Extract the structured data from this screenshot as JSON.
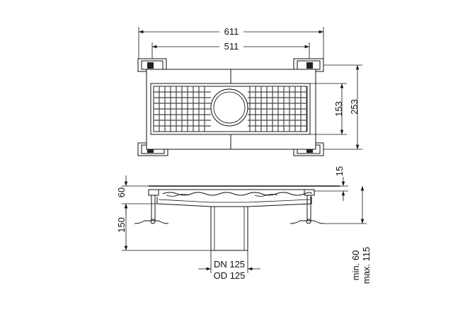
{
  "dimensions": {
    "overall_width": "611",
    "inner_width": "511",
    "grate_height": "153",
    "overall_height": "253",
    "flange_thickness": "15",
    "frame_height": "60",
    "leg_height": "150",
    "pipe_dn": "DN 125",
    "pipe_od": "OD 125",
    "adjust_min": "min. 60",
    "adjust_max": "max. 115"
  }
}
